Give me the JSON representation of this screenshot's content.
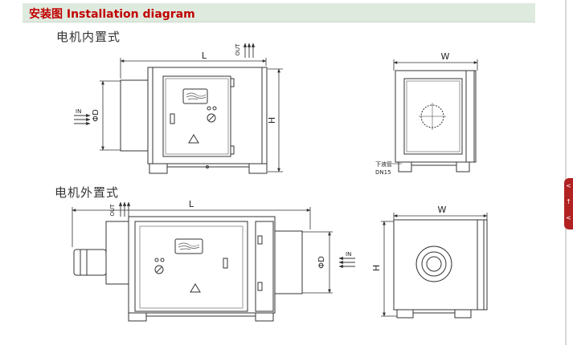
{
  "header": {
    "title": "安装图 Installation diagram"
  },
  "sections": {
    "internal_motor": "电机内置式",
    "external_motor": "电机外置式"
  },
  "dimensions": {
    "length": "L",
    "width": "W",
    "height": "H",
    "diameter": "ΦD"
  },
  "flow": {
    "inlet": "IN",
    "outlet": "OUT"
  },
  "drain": {
    "label": "下液管",
    "size": "DN15"
  },
  "side_tab": {
    "glyphs": [
      "<",
      "↑",
      "<"
    ]
  },
  "colors": {
    "header_bg": "#dfeadf",
    "header_text": "#c00000",
    "line": "#333333",
    "side_tab": "#b22222"
  }
}
